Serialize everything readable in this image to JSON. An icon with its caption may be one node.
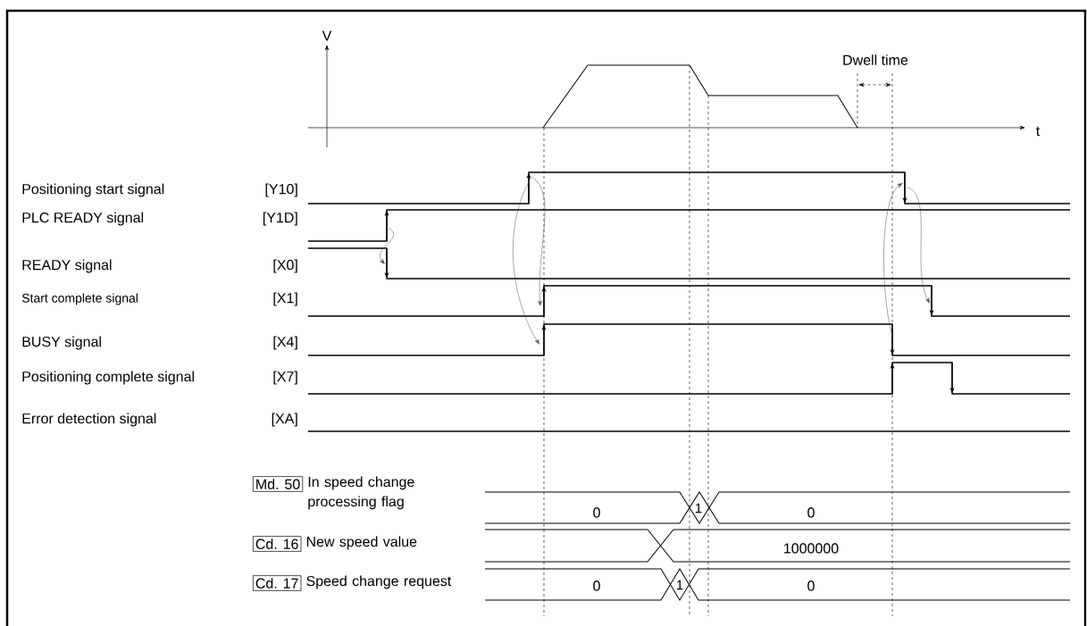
{
  "diagram": {
    "nodes": [
      {
        "text": [
          "Md. 50"
        ],
        "beside": [
          "In speed change processing flag"
        ]
      },
      {
        "text": [
          "Cd. 16"
        ],
        "beside": [
          "New speed value"
        ]
      },
      {
        "text": [
          "Cd. 17"
        ],
        "beside": [
          "Speed change request"
        ]
      }
    ],
    "labels": [
      "V",
      "Dwell time",
      "t",
      "Positioning start signal",
      "[Y10]",
      "PLC READY signal",
      "[Y1D]",
      "READY signal",
      "[X0]",
      "Start complete signal",
      "[X1]",
      "BUSY signal",
      "[X4]",
      "Positioning complete signal",
      "[X7]",
      "Error detection signal",
      "[XA]",
      "0",
      "1",
      "0",
      "1000000",
      "0",
      "1",
      "0"
    ]
  }
}
